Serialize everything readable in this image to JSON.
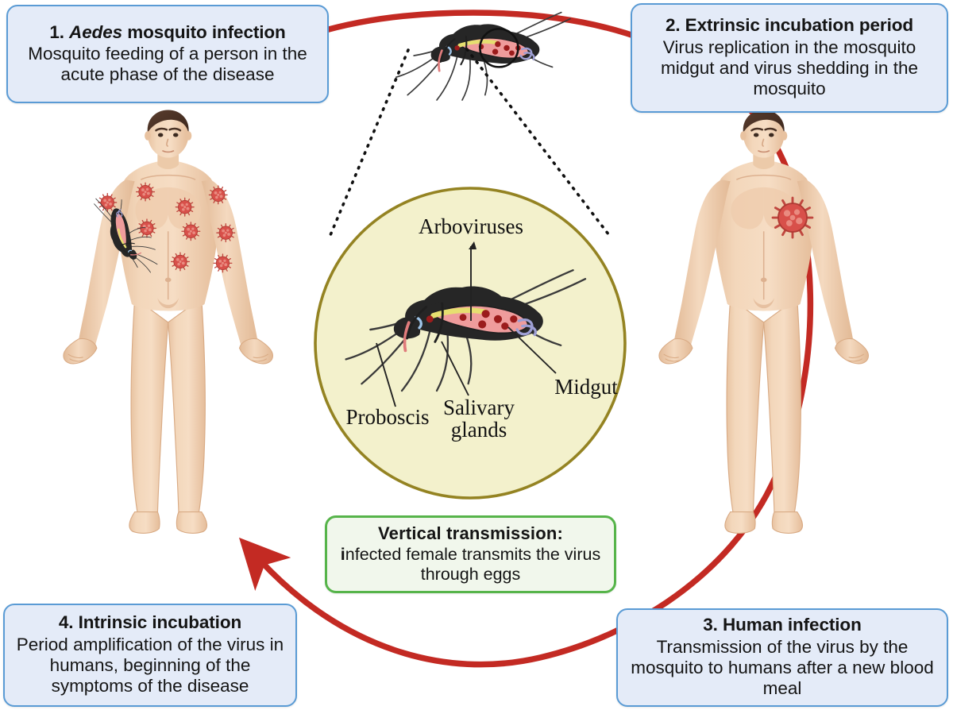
{
  "diagram": {
    "title": "Arbovirus transmission cycle",
    "colors": {
      "arrow_red": "#c32a23",
      "box_blue_border": "#5a9bd5",
      "box_blue_fill": "#e4ebf8",
      "box_green_border": "#56b44a",
      "box_green_fill": "#f1f7ec",
      "circle_border": "#948322",
      "circle_fill": "#f3f1cc",
      "skin": "#f0d2b4",
      "hair": "#4c3228",
      "virus_red": "#d8504a",
      "mosquito_body": "#262626",
      "mosquito_abdomen": "#ef9c9c"
    }
  },
  "steps": [
    {
      "id": "step1",
      "number": "1.",
      "species": "Aedes",
      "title_rest": "mosquito infection",
      "body": "Mosquito feeding of a person in the acute phase of the disease"
    },
    {
      "id": "step2",
      "number": "2.",
      "title": "2. Extrinsic incubation period",
      "body": "Virus replication in the mosquito midgut and virus shedding in the mosquito"
    },
    {
      "id": "step3",
      "number": "3.",
      "title": "3. Human infection",
      "body": "Transmission of the virus by the mosquito to humans after a new blood meal"
    },
    {
      "id": "step4",
      "number": "4.",
      "title": "4. Intrinsic incubation",
      "body": "Period amplification of the virus in humans, beginning of the symptoms of the disease"
    }
  ],
  "vertical_transmission": {
    "title": "Vertical  transmission:",
    "body_lead": "i",
    "body_rest": "nfected female  transmits the virus through eggs"
  },
  "anatomy_labels": {
    "arboviruses": "Arboviruses",
    "midgut": "Midgut",
    "proboscis": "Proboscis",
    "salivary_glands_line1": "Salivary",
    "salivary_glands_line2": "glands"
  },
  "figures": {
    "left_human": "Infected person with rash",
    "right_human": "Person with single virus particle",
    "top_mosquito": "Mosquito with magnified midgut",
    "bottom_mosquito": "Mosquito transmitting vertically",
    "inset_mosquito": "Magnified mosquito anatomy"
  }
}
